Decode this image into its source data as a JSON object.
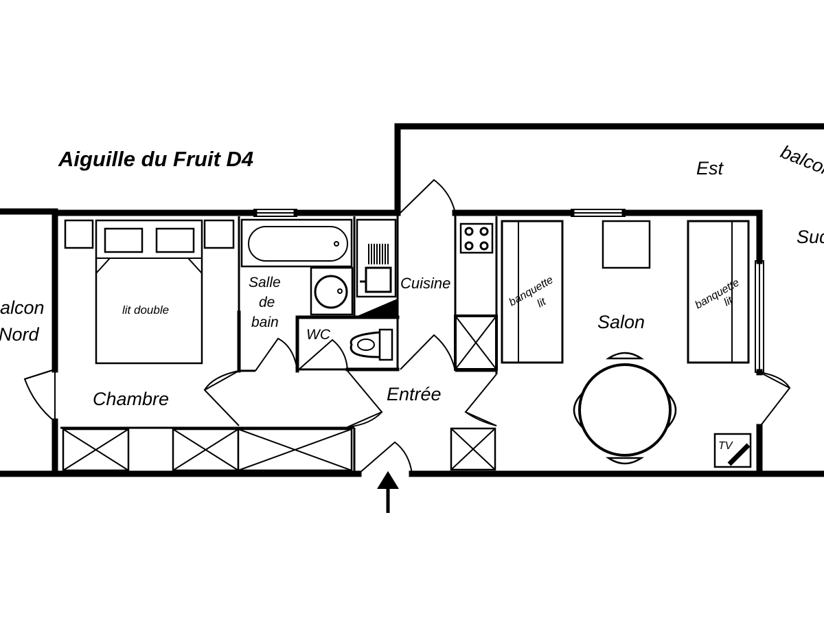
{
  "plan": {
    "title": "Aiguille du Fruit D4",
    "orientation": {
      "east": "Est",
      "south": "Sud",
      "south_balcony": "balcon",
      "north_balcony_line1": "Balcon",
      "north_balcony_line2": "Nord"
    },
    "rooms": {
      "bedroom": "Chambre",
      "bathroom_line1": "Salle",
      "bathroom_line2": "de",
      "bathroom_line3": "bain",
      "wc": "WC",
      "kitchen": "Cuisine",
      "entrance": "Entrée",
      "living": "Salon"
    },
    "furniture": {
      "double_bed": "lit double",
      "sofa_bed_line1": "banquette",
      "sofa_bed_line2": "lit",
      "tv": "TV"
    }
  }
}
